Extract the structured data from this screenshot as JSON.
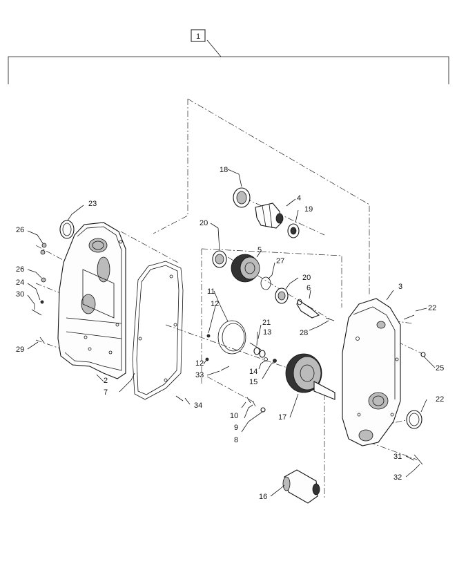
{
  "assembly_label": "1",
  "callouts": [
    {
      "id": "c1",
      "text": "2"
    },
    {
      "id": "c2",
      "text": "3"
    },
    {
      "id": "c3",
      "text": "4"
    },
    {
      "id": "c4",
      "text": "5"
    },
    {
      "id": "c5",
      "text": "6"
    },
    {
      "id": "c6",
      "text": "7"
    },
    {
      "id": "c7",
      "text": "8"
    },
    {
      "id": "c8",
      "text": "9"
    },
    {
      "id": "c9",
      "text": "10"
    },
    {
      "id": "c10",
      "text": "11"
    },
    {
      "id": "c11",
      "text": "12"
    },
    {
      "id": "c12",
      "text": "12"
    },
    {
      "id": "c13",
      "text": "13"
    },
    {
      "id": "c14",
      "text": "14"
    },
    {
      "id": "c15",
      "text": "15"
    },
    {
      "id": "c16",
      "text": "16"
    },
    {
      "id": "c17",
      "text": "17"
    },
    {
      "id": "c18",
      "text": "18"
    },
    {
      "id": "c19",
      "text": "19"
    },
    {
      "id": "c20",
      "text": "20"
    },
    {
      "id": "c21",
      "text": "20"
    },
    {
      "id": "c22",
      "text": "21"
    },
    {
      "id": "c23",
      "text": "22"
    },
    {
      "id": "c24",
      "text": "22"
    },
    {
      "id": "c25",
      "text": "23"
    },
    {
      "id": "c26",
      "text": "24"
    },
    {
      "id": "c27",
      "text": "25"
    },
    {
      "id": "c28",
      "text": "26"
    },
    {
      "id": "c29",
      "text": "26"
    },
    {
      "id": "c30",
      "text": "27"
    },
    {
      "id": "c31",
      "text": "28"
    },
    {
      "id": "c32",
      "text": "29"
    },
    {
      "id": "c33",
      "text": "30"
    },
    {
      "id": "c34",
      "text": "31"
    },
    {
      "id": "c35",
      "text": "32"
    },
    {
      "id": "c36",
      "text": "33"
    },
    {
      "id": "c37",
      "text": "34"
    }
  ]
}
